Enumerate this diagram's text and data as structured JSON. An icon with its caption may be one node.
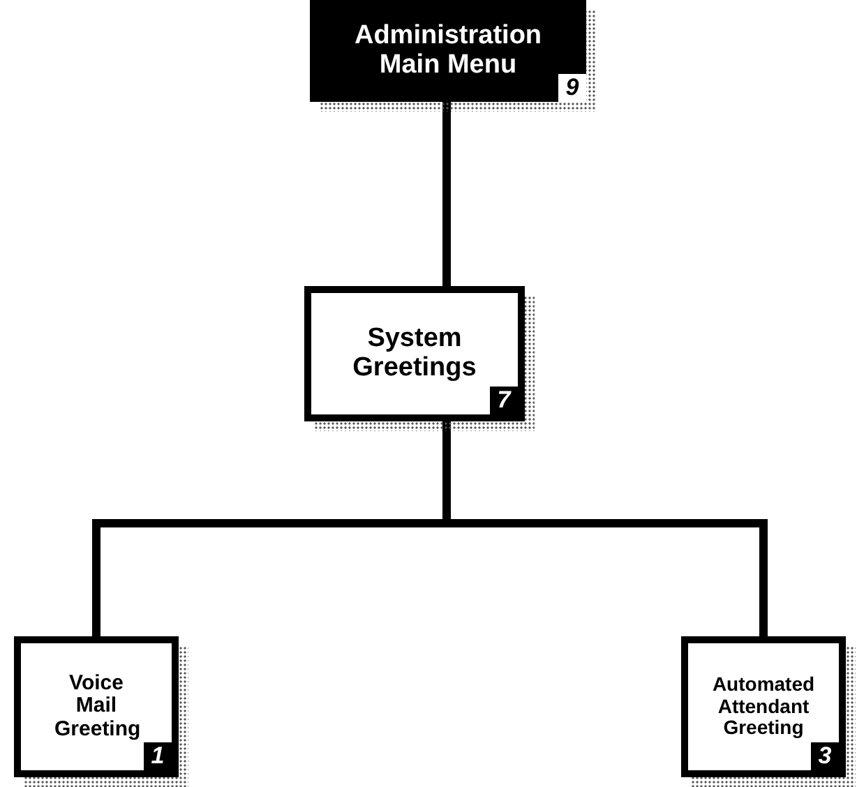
{
  "diagram": {
    "nodes": [
      {
        "text": [
          "Administration Main Menu",
          "9"
        ]
      },
      {
        "text": [
          "System Greetings",
          "7"
        ]
      },
      {
        "text": [
          "Voice Mail Greeting",
          "1"
        ]
      },
      {
        "text": [
          "Automated Attendant Greeting",
          "3"
        ]
      }
    ],
    "edges": [
      {
        "from": 0,
        "to": 1,
        "arrow": "none"
      },
      {
        "from": 1,
        "to": 2,
        "arrow": "none"
      },
      {
        "from": 1,
        "to": 3,
        "arrow": "none"
      }
    ]
  }
}
